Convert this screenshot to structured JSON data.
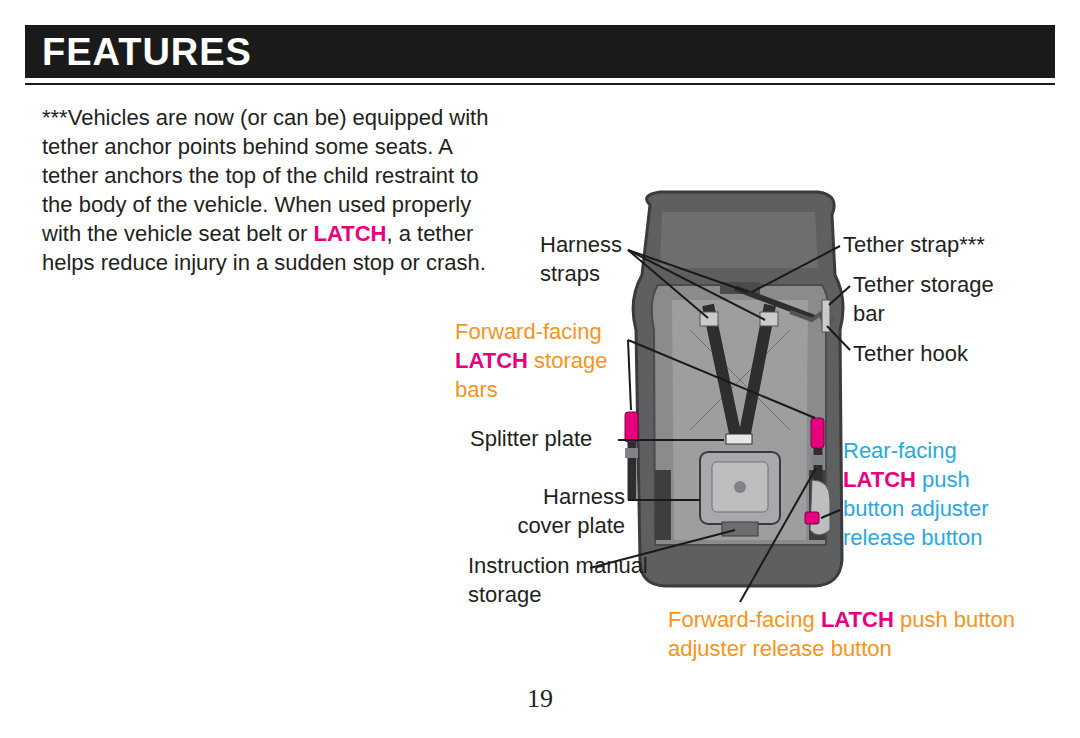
{
  "diagram": {
    "title": "FEATURES",
    "labels": [
      "***Vehicles are now (or can be) equipped with tether anchor points behind some seats. A tether anchors the top of the child restraint to the body of the vehicle. When used properly with the vehicle seat belt or",
      "LATCH",
      ", a tether helps reduce injury in a sudden stop or crash.",
      "Harness straps",
      "Tether strap***",
      "Tether storage bar",
      "Forward-facing",
      "LATCH",
      "storage bars",
      "Tether hook",
      "Splitter plate",
      "Rear-facing",
      "LATCH",
      "push button adjuster release button",
      "Harness cover plate",
      "Instruction manual storage",
      "Forward-facing",
      "LATCH",
      "push button adjuster release button",
      "19"
    ]
  }
}
